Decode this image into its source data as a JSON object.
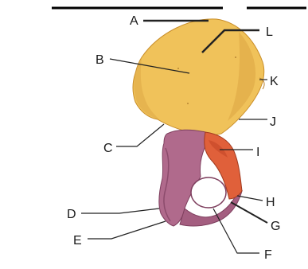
{
  "colors": {
    "ilium": "#f0c25a",
    "ilium_shadow": "#c98e2a",
    "ischium_pubis": "#b06a8c",
    "ischium_dark": "#7e3f5e",
    "acetabulum_lunate": "#e0603a",
    "leader": "#222222"
  },
  "labels": {
    "A": "A",
    "B": "B",
    "C": "C",
    "D": "D",
    "E": "E",
    "F": "F",
    "G": "G",
    "H": "H",
    "I": "I",
    "J": "J",
    "K": "K",
    "L": "L"
  }
}
